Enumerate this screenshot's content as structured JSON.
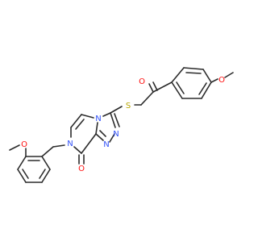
{
  "atoms": {
    "o_ketone": "O",
    "o_methoxy_right": "O",
    "s_thioether": "S",
    "n_ring_1": "N",
    "n_ring_2": "N",
    "n_ring_3": "N",
    "n_ring_4": "N",
    "o_methoxy_left": "O",
    "o_lactam": "O"
  },
  "colors": {
    "bond": "#2b2b2b",
    "nitrogen": "#3050f8",
    "oxygen": "#ff0d0d",
    "sulfur": "#b8a600"
  }
}
